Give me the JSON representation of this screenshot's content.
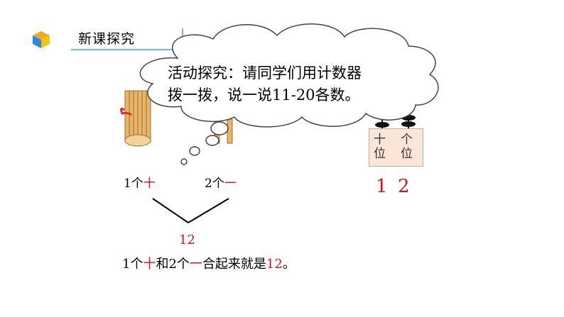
{
  "header": {
    "title": "新课探究"
  },
  "thought": {
    "line1": "活动探究：请同学们用计数器",
    "line2": "拨一拨，说一说11-20各数。"
  },
  "abacus": {
    "tens_label": [
      "十",
      "位"
    ],
    "ones_label": [
      "个",
      "位"
    ],
    "tens_digit": "1",
    "ones_digit": "2",
    "ones_beads": 2
  },
  "left_caption": {
    "count": "1个",
    "unit": "十"
  },
  "right_caption": {
    "count": "2个",
    "unit": "一"
  },
  "result": "12",
  "summary": {
    "p1": "1个",
    "r1": "十",
    "p2": "和2个",
    "r2": "一",
    "p3": "合起来就是",
    "r3": "12",
    "p4": "。"
  },
  "colors": {
    "accent_red": "#e01010",
    "header_line": "#6fb9e0",
    "abacus_box": "#fbe5d6"
  }
}
